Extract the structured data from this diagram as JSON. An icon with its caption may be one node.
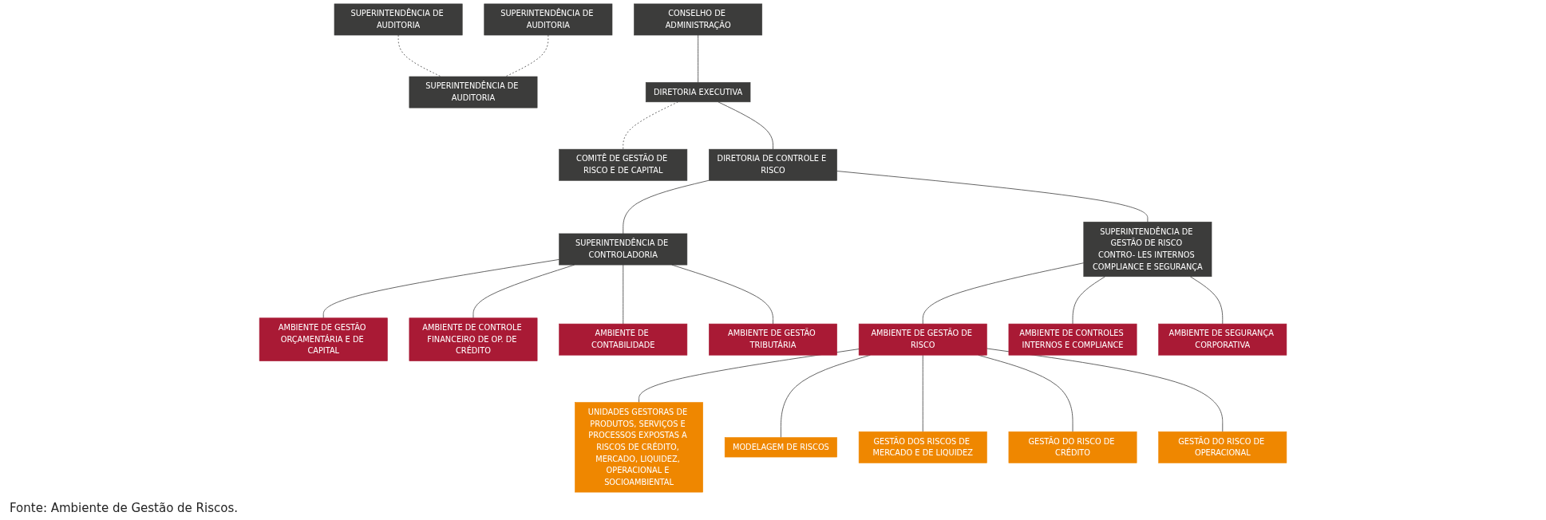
{
  "diagram": {
    "caption": "Fonte: Ambiente de Gestão de Riscos.",
    "nodes": [
      {
        "text": [
          "SUPERINTENDÊNCIA DE AUDITORIA"
        ]
      },
      {
        "text": [
          "CONSELHO DE ADMINISTRAÇÃO"
        ]
      },
      {
        "text": [
          "SUPERINTENDÊNCIA DE AUDITORIA"
        ]
      },
      {
        "text": [
          "SUPERINTENDÊNCIA DE AUDITORIA"
        ]
      },
      {
        "text": [
          "DIRETORIA EXECUTIVA"
        ]
      },
      {
        "text": [
          "COMITÊ DE GESTÃO DE RISCO E DE CAPITAL"
        ]
      },
      {
        "text": [
          "DIRETORIA DE CONTROLE E RISCO"
        ]
      },
      {
        "text": [
          "SUPERINTENDÊNCIA DE CONTROLADORIA"
        ]
      },
      {
        "text": [
          "SUPERINTENDÊNCIA DE GESTÃO DE RISCO CONTRO- LES INTERNOS COMPLIANCE E SEGURANÇA"
        ]
      },
      {
        "text": [
          "AMBIENTE DE GESTÃO ORÇAMENTÁRIA E DE CAPITAL"
        ]
      },
      {
        "text": [
          "AMBIENTE DE CONTROLE FINANCEIRO DE OP. DE CRÉDITO"
        ]
      },
      {
        "text": [
          "AMBIENTE DE CONTABILIDADE"
        ]
      },
      {
        "text": [
          "AMBIENTE DE GESTÃO TRIBUTÁRIA"
        ]
      },
      {
        "text": [
          "AMBIENTE DE GESTÃO DE RISCO"
        ]
      },
      {
        "text": [
          "AMBIENTE DE CONTROLES INTERNOS E COMPLIANCE"
        ]
      },
      {
        "text": [
          "AMBIENTE DE SEGURANÇA CORPORATIVA"
        ]
      },
      {
        "text": [
          "UNIDADES GESTORAS DE PRODUTOS, SERVIÇOS E PROCESSOS EXPOSTAS A RISCOS DE CRÉDITO, MERCADO, LIQUIDEZ, OPERACIONAL E SOCIOAMBIENTAL"
        ]
      },
      {
        "text": [
          "MODELAGEM DE RISCOS"
        ]
      },
      {
        "text": [
          "GESTÃO DOS RISCOS DE MERCADO E DE LIQUIDEZ"
        ]
      },
      {
        "text": [
          "GESTÃO DO RISCO DE CRÉDITO"
        ]
      },
      {
        "text": [
          "GESTÃO DO RISCO DE OPERACIONAL"
        ]
      }
    ],
    "edges": [
      {
        "from": 0,
        "to": 2,
        "arrow": "none",
        "style": "dashed"
      },
      {
        "from": 3,
        "to": 2,
        "arrow": "none",
        "style": "dashed"
      },
      {
        "from": 1,
        "to": 4,
        "arrow": "none"
      },
      {
        "from": 4,
        "to": 5,
        "arrow": "none",
        "style": "dashed"
      },
      {
        "from": 4,
        "to": 6,
        "arrow": "none"
      },
      {
        "from": 6,
        "to": 7,
        "arrow": "none"
      },
      {
        "from": 6,
        "to": 8,
        "arrow": "none"
      },
      {
        "from": 7,
        "to": 9,
        "arrow": "none"
      },
      {
        "from": 7,
        "to": 10,
        "arrow": "none"
      },
      {
        "from": 7,
        "to": 11,
        "arrow": "none"
      },
      {
        "from": 7,
        "to": 12,
        "arrow": "none"
      },
      {
        "from": 8,
        "to": 13,
        "arrow": "none"
      },
      {
        "from": 8,
        "to": 14,
        "arrow": "none"
      },
      {
        "from": 8,
        "to": 15,
        "arrow": "none"
      },
      {
        "from": 13,
        "to": 16,
        "arrow": "none"
      },
      {
        "from": 13,
        "to": 17,
        "arrow": "none"
      },
      {
        "from": 13,
        "to": 18,
        "arrow": "none"
      },
      {
        "from": 13,
        "to": 19,
        "arrow": "none"
      },
      {
        "from": 13,
        "to": 20,
        "arrow": "none"
      }
    ]
  }
}
